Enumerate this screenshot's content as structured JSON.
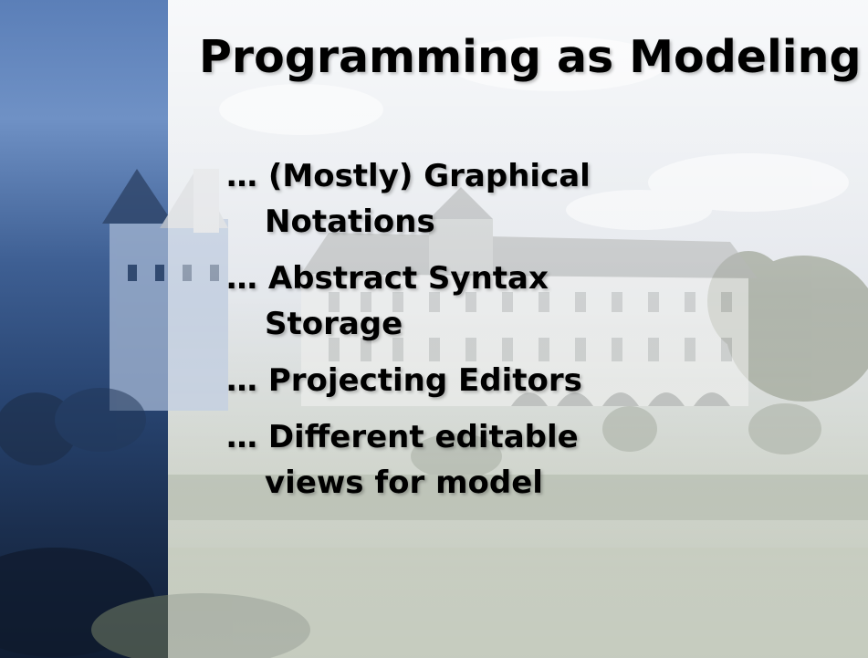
{
  "slide": {
    "title": "Programming as Modeling",
    "bullets": [
      {
        "line1": "… (Mostly) Graphical",
        "line2": "Notations"
      },
      {
        "line1": "… Abstract Syntax",
        "line2": "Storage"
      },
      {
        "line1": "… Projecting Editors",
        "line2": ""
      },
      {
        "line1": "… Different editable",
        "line2": "views for model"
      }
    ]
  },
  "colors": {
    "strip": "#3e5f93",
    "text": "#000000"
  },
  "background": {
    "image": "photo-castle-chateau-with-gardens"
  }
}
